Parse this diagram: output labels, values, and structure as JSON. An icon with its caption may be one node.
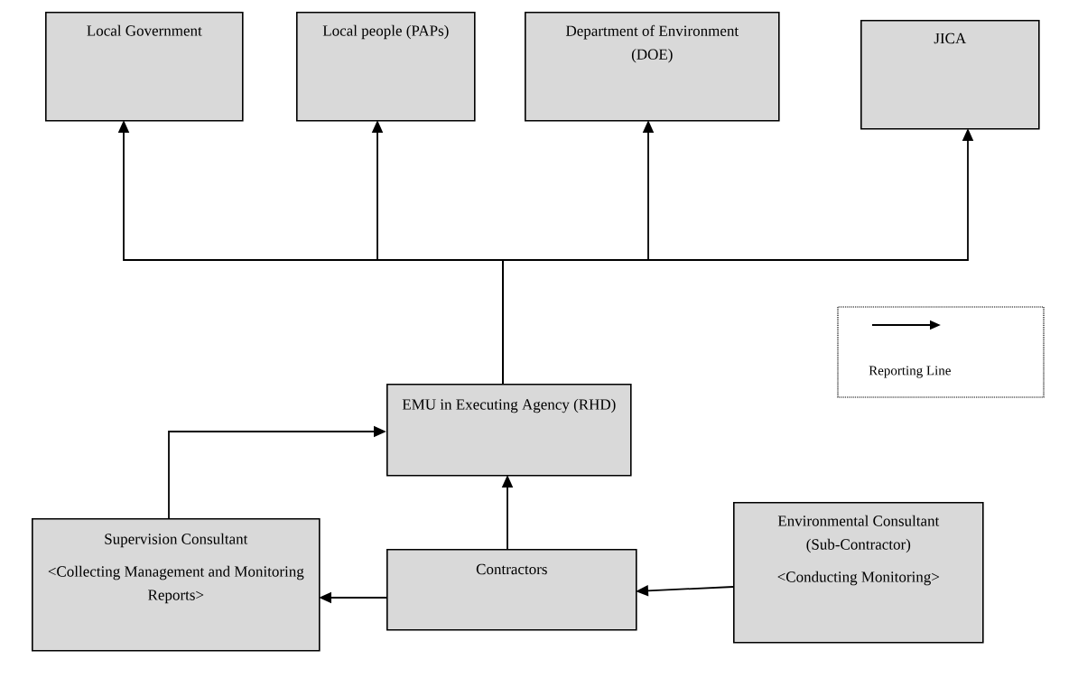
{
  "diagram": {
    "nodes": [
      {
        "text": [
          "Local Government"
        ]
      },
      {
        "text": [
          "Local people (PAPs)"
        ]
      },
      {
        "text": [
          "Department of Environment (DOE)"
        ]
      },
      {
        "text": [
          "JICA"
        ]
      },
      {
        "text": [
          "EMU in Executing Agency (RHD)"
        ]
      },
      {
        "text": [
          "Supervision Consultant",
          "<Collecting Management and Monitoring Reports>"
        ]
      },
      {
        "text": [
          "Contractors"
        ]
      },
      {
        "text": [
          "Environmental Consultant (Sub-Contractor)",
          "<Conducting Monitoring>"
        ]
      }
    ],
    "edges": [
      {
        "from": 4,
        "to": 0,
        "arrow": "to"
      },
      {
        "from": 4,
        "to": 1,
        "arrow": "to"
      },
      {
        "from": 4,
        "to": 2,
        "arrow": "to"
      },
      {
        "from": 4,
        "to": 3,
        "arrow": "to"
      },
      {
        "from": 5,
        "to": 4,
        "arrow": "to"
      },
      {
        "from": 6,
        "to": 4,
        "arrow": "to"
      },
      {
        "from": 6,
        "to": 5,
        "arrow": "to"
      },
      {
        "from": 7,
        "to": 6,
        "arrow": "to"
      }
    ],
    "legend": [
      {
        "text": "Reporting Line"
      }
    ]
  }
}
